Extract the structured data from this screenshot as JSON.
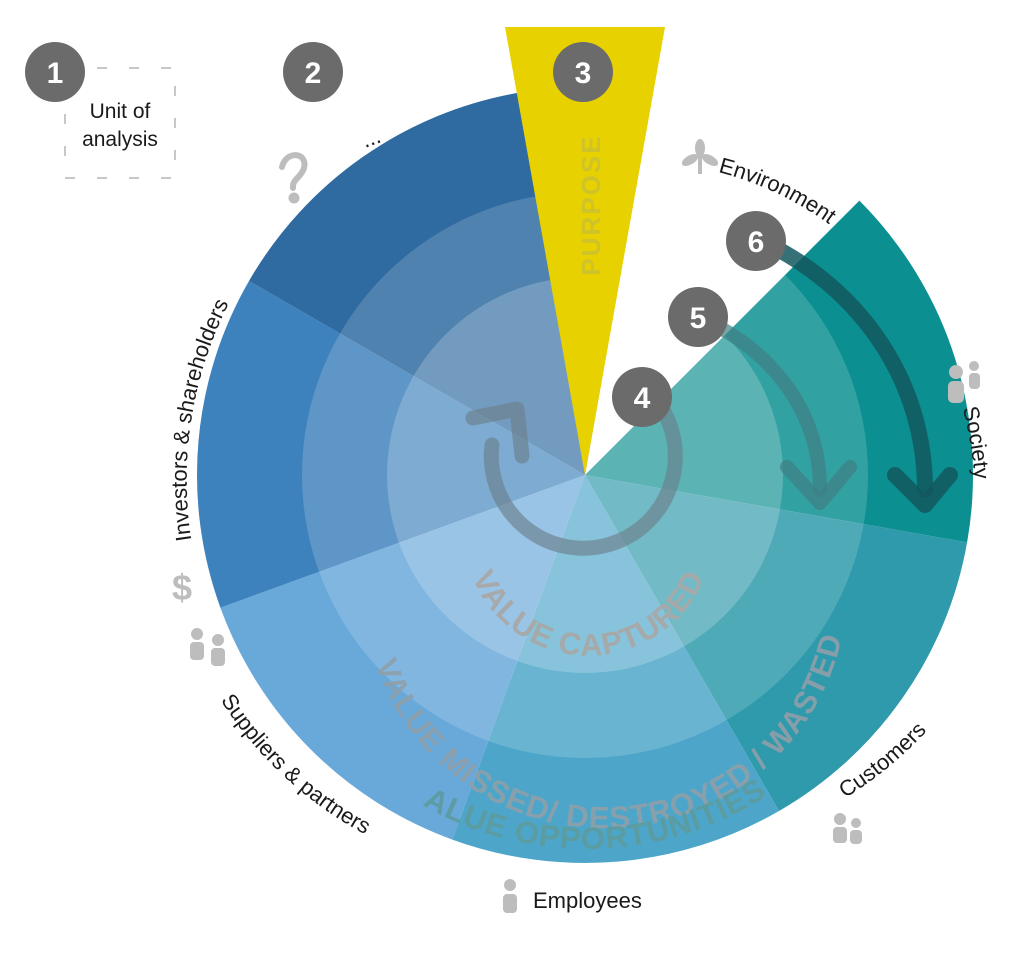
{
  "markers": [
    "1",
    "2",
    "3",
    "4",
    "5",
    "6"
  ],
  "unit_of_analysis": {
    "line1": "Unit of",
    "line2": "analysis"
  },
  "ellipsis": "...",
  "purpose": "PURPOSE",
  "stakeholders": {
    "investors": "Investors & shareholders",
    "suppliers": "Suppliers & partners",
    "employees": "Employees",
    "customers": "Customers",
    "society": "Society",
    "environment": "Environment"
  },
  "value_rings": {
    "captured": "VALUE CAPTURED",
    "missed": "VALUE MISSED/ DESTROYED / WASTED",
    "opportunities": "VALUE OPPORTUNITIES"
  },
  "colors": {
    "marker": "#6b6b6b",
    "purpose": "#e8d100",
    "unknown": "#234a86",
    "investors": "#2f6aa0",
    "suppliers": "#3e82bd",
    "employees": "#68a9da",
    "customers": "#4da6c9",
    "society": "#2e9aab",
    "environment": "#0b8f91",
    "icon": "#bdbdbd"
  }
}
